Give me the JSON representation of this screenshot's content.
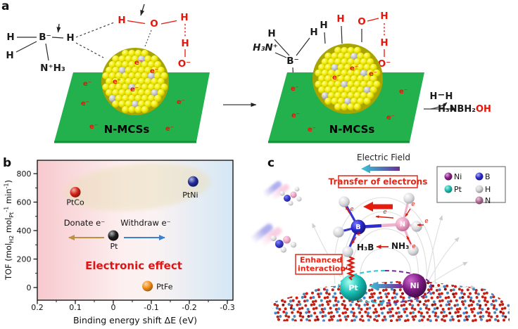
{
  "figure": {
    "panel_a_label": "a",
    "panel_b_label": "b",
    "panel_c_label": "c"
  },
  "panel_a": {
    "electron": "e⁻",
    "sheet_label": "N-MCSs",
    "atoms": {
      "H": "H",
      "O": "O",
      "B": "B⁻",
      "O_minus": "O⁻",
      "NH3_plus": "N⁺H₃",
      "H3N_plus": "H₃N⁺"
    },
    "product": {
      "H": "H",
      "dash": "−",
      "H_red": "H",
      "main": "H₃NBH₂",
      "hydroxyl": "OH"
    }
  },
  "panel_b": {
    "donate": "Donate e⁻",
    "withdraw": "Withdraw e⁻",
    "effect": "Electronic effect"
  },
  "chart_data": {
    "type": "scatter",
    "title": "",
    "xlabel": "Binding energy shift ΔE (eV)",
    "ylabel": "TOF (mol_H2 mol_Pt^-1 min^-1)",
    "ylabel_parts": [
      [
        "TOF (mol",
        "n"
      ],
      [
        "H2",
        "sub"
      ],
      [
        " mol",
        "n"
      ],
      [
        "Pt",
        "sub"
      ],
      [
        "-1",
        "sup"
      ],
      [
        " min",
        "n"
      ],
      [
        "-1",
        "sup"
      ],
      [
        ")",
        "n"
      ]
    ],
    "x_axis_reversed": true,
    "xlim": [
      0.2,
      -0.3
    ],
    "ylim": [
      -90,
      895
    ],
    "xticks": [
      "0.2",
      "0.1",
      "0",
      "-0.1",
      "-0.2",
      "-0.3"
    ],
    "xtick_values": [
      0.2,
      0.1,
      0,
      -0.1,
      -0.2,
      -0.3
    ],
    "yticks": [
      "0",
      "200",
      "400",
      "600",
      "800"
    ],
    "ytick_values": [
      0,
      200,
      400,
      600,
      800
    ],
    "points": [
      {
        "name": "PtCo",
        "x": 0.1,
        "y": 670,
        "color": "#d42014"
      },
      {
        "name": "PtNi",
        "x": -0.21,
        "y": 745,
        "color": "#1e2a96"
      },
      {
        "name": "Pt",
        "x": 0.0,
        "y": 365,
        "color": "#1c1c1c"
      },
      {
        "name": "PtFe",
        "x": -0.09,
        "y": 10,
        "color": "#f08c14"
      }
    ]
  },
  "panel_c": {
    "electric_field": "Electric Field",
    "transfer_label": "Transfer of electrons",
    "enhanced_line1": "Enhanced",
    "enhanced_line2": "interaction",
    "h3b": "H₃B",
    "nh3": "NH₃",
    "e_label": "e",
    "atom_B": "B",
    "atom_N": "N",
    "pt_label": "Pt",
    "ni_label": "Ni",
    "legend": {
      "items": [
        {
          "label": "Ni",
          "color": "#8a1a86"
        },
        {
          "label": "B",
          "color": "#2626c8"
        },
        {
          "label": "Pt",
          "color": "#16bdb2"
        },
        {
          "label": "H",
          "color": "#d2d2d6"
        },
        {
          "label": "N",
          "color": "#b06a92"
        }
      ]
    }
  }
}
